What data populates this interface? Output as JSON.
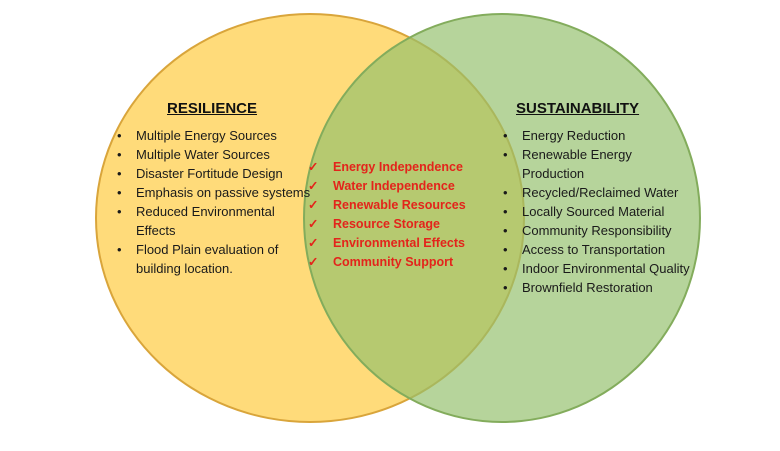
{
  "diagram": {
    "left": {
      "title": "RESILIENCE",
      "color": "#ffdb7a",
      "items": [
        "Multiple Energy Sources",
        "Multiple Water Sources",
        "Disaster Fortitude Design",
        "Emphasis on passive systems",
        "Reduced Environmental Effects",
        "Flood Plain evaluation of building location."
      ]
    },
    "right": {
      "title": "SUSTAINABILITY",
      "color": "#94bf6b",
      "items": [
        "Energy Reduction",
        "Renewable Energy Production",
        "Recycled/Reclaimed Water",
        "Locally Sourced Material",
        "Community Responsibility",
        "Access to Transportation",
        "Indoor Environmental Quality",
        "Brownfield Restoration"
      ]
    },
    "overlap": {
      "color": "#e3241b",
      "check_icon": "✓",
      "items": [
        "Energy Independence",
        "Water Independence",
        "Renewable Resources",
        "Resource Storage",
        "Environmental Effects",
        "Community Support"
      ]
    }
  }
}
